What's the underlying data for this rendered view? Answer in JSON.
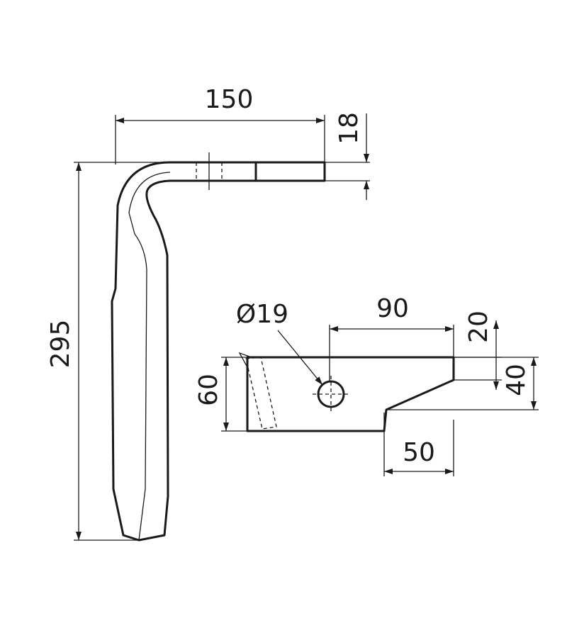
{
  "drawing": {
    "dimensions": {
      "total_width": "150",
      "flange_thickness": "18",
      "total_height": "295",
      "hole_diameter": "Ø19",
      "hole_offset": "90",
      "blade_height": "60",
      "step_depth": "20",
      "step_height": "40",
      "step_width": "50"
    }
  }
}
